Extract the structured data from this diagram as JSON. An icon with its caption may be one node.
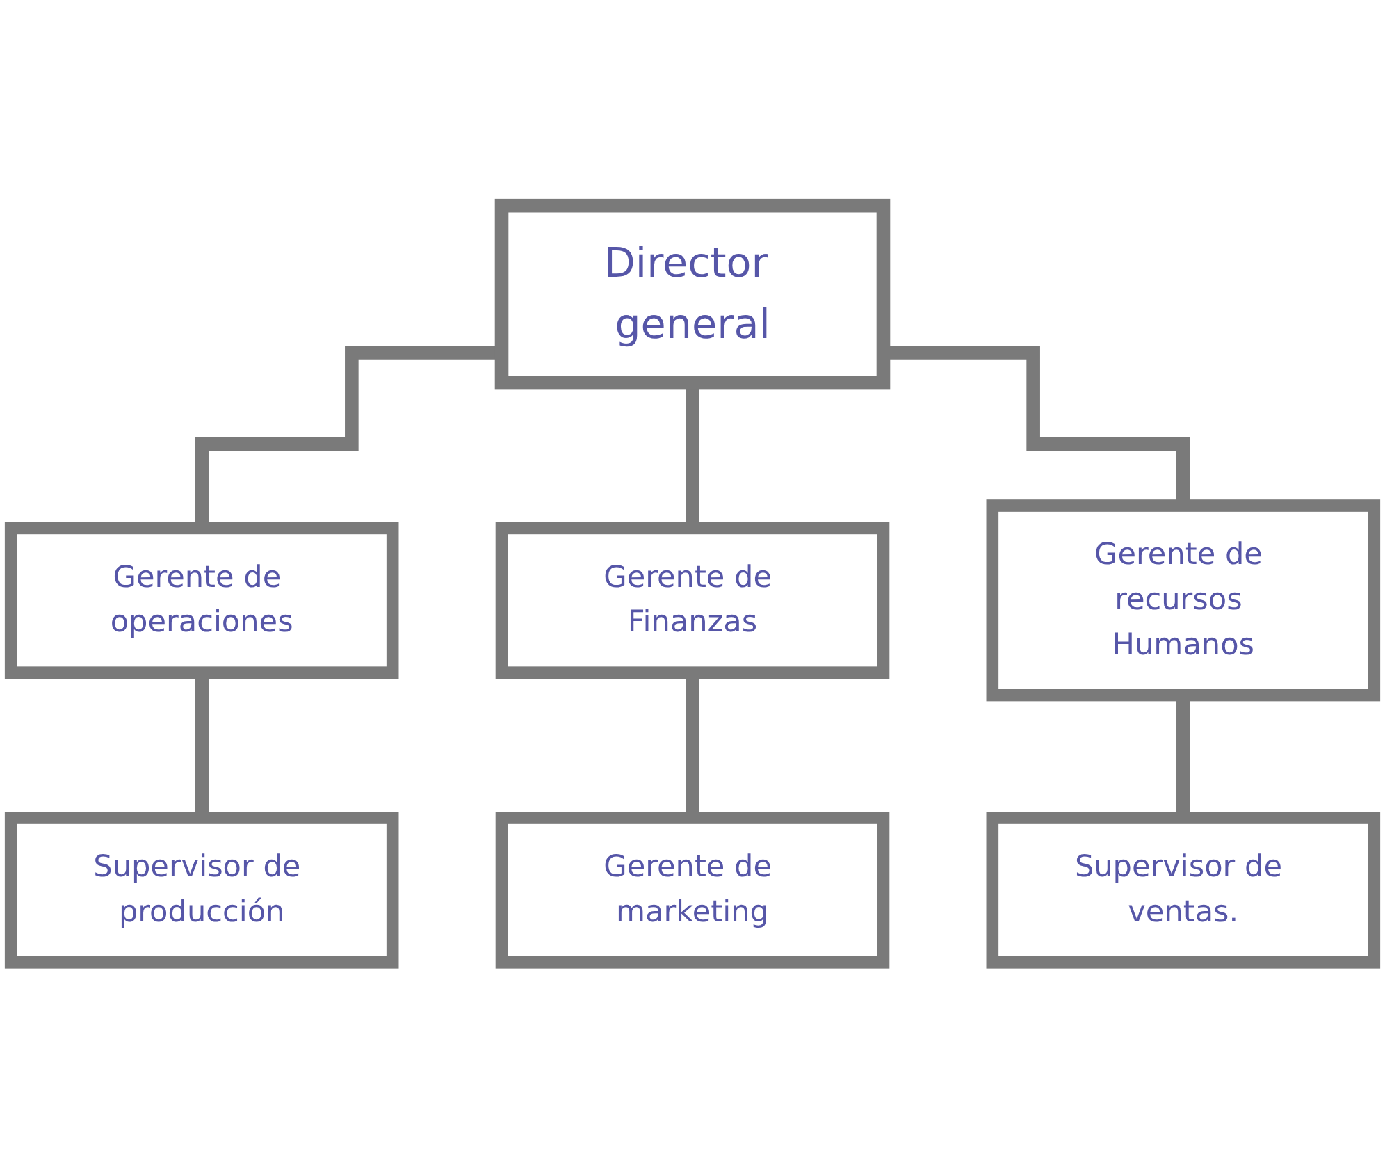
{
  "diagram": {
    "nodes": [
      {
        "text": [
          "Director general"
        ]
      },
      {
        "text": [
          "Gerente de operaciones"
        ]
      },
      {
        "text": [
          "Gerente de Finanzas"
        ]
      },
      {
        "text": [
          "Gerente de recursos Humanos"
        ]
      },
      {
        "text": [
          "Supervisor de producción"
        ]
      },
      {
        "text": [
          "Gerente de marketing"
        ]
      },
      {
        "text": [
          "Supervisor de ventas."
        ]
      }
    ],
    "edges": [
      {
        "from": 0,
        "to": 1,
        "arrow": "none"
      },
      {
        "from": 0,
        "to": 2,
        "arrow": "none"
      },
      {
        "from": 0,
        "to": 3,
        "arrow": "none"
      },
      {
        "from": 1,
        "to": 4,
        "arrow": "none"
      },
      {
        "from": 2,
        "to": 5,
        "arrow": "none"
      },
      {
        "from": 3,
        "to": 6,
        "arrow": "none"
      }
    ]
  }
}
